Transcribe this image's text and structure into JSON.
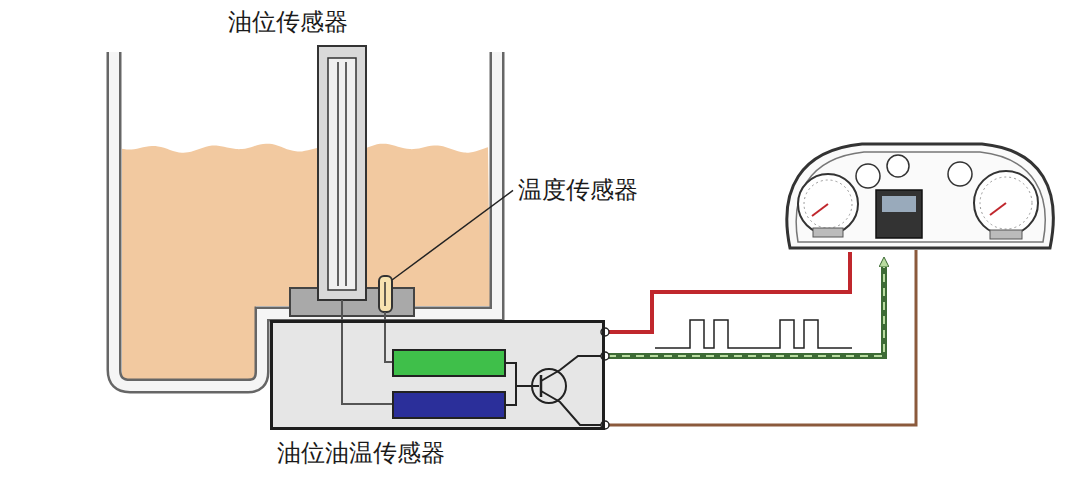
{
  "diagram": {
    "nodes": [
      {
        "text": [
          "油位油温传感器"
        ]
      }
    ],
    "labels": [
      "油位传感器",
      "温度传感器"
    ]
  }
}
